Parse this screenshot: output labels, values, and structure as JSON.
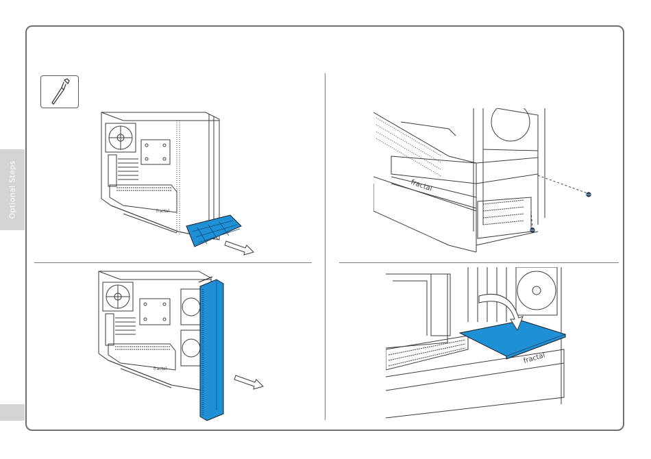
{
  "sidebar": {
    "tab_label": "Optional Steps"
  },
  "colors": {
    "accent_blue": "#1f8fd6",
    "line": "#3a3a3a",
    "tab_gray": "#d4d4d4",
    "frame": "#6e6e6e"
  },
  "icons": {
    "tool": "screwdriver-icon",
    "arrow": "pull-arrow-icon"
  },
  "panels": {
    "step1": "remove-dust-filter",
    "step2": "remove-front-panel",
    "step3": "remove-screws",
    "step4": "lift-psu-cover"
  },
  "brand": {
    "logo_text": "fractal"
  }
}
